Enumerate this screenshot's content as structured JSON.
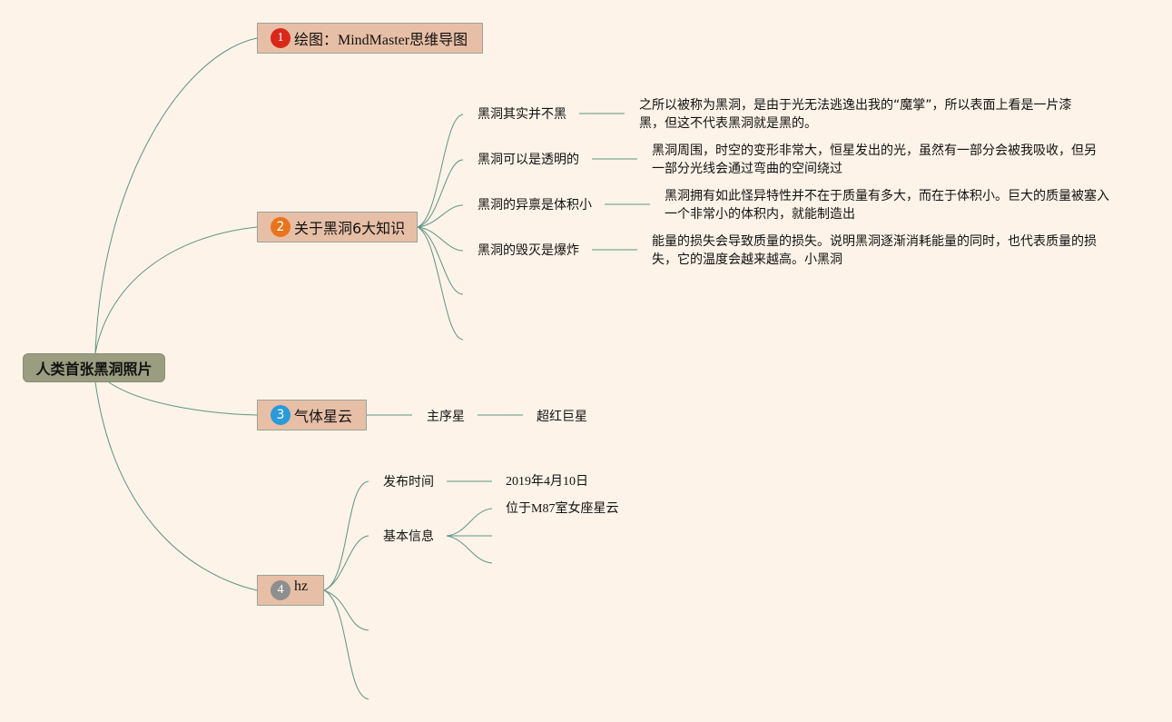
{
  "root": {
    "label": "人类首张黑洞照片"
  },
  "topics": [
    {
      "id": "t1",
      "badge": "1",
      "badge_color": "#d9281a",
      "label": "绘图：MindMaster思维导图"
    },
    {
      "id": "t2",
      "badge": "2",
      "badge_color": "#e8741e",
      "label": "关于黑洞6大知识",
      "children": [
        {
          "label": "黑洞其实并不黑",
          "note": "之所以被称为黑洞，是由于光无法逃逸出我的“魔掌”，所以表面上看是一片漆黑，但这不代表黑洞就是黑的。"
        },
        {
          "label": "黑洞可以是透明的",
          "note": "黑洞周围，时空的变形非常大，恒星发出的光，虽然有一部分会被我吸收，但另一部分光线会通过弯曲的空间绕过"
        },
        {
          "label": "黑洞的异禀是体积小",
          "note": "黑洞拥有如此怪异特性并不在于质量有多大，而在于体积小。巨大的质量被塞入一个非常小的体积内，就能制造出"
        },
        {
          "label": "黑洞的毁灭是爆炸",
          "note": "能量的损失会导致质量的损失。说明黑洞逐渐消耗能量的同时，也代表质量的损失，它的温度会越来越高。小黑洞"
        }
      ]
    },
    {
      "id": "t3",
      "badge": "3",
      "badge_color": "#2a9ad8",
      "label": "气体星云",
      "children": [
        {
          "label": "主序星"
        },
        {
          "label": "超红巨星"
        }
      ]
    },
    {
      "id": "t4",
      "badge": "4",
      "badge_color": "#8e8e8e",
      "label": "hz",
      "children": [
        {
          "label": "发布时间",
          "value": "2019年4月10日"
        },
        {
          "label": "基本信息",
          "value": "位于M87室女座星云"
        }
      ]
    }
  ],
  "colors": {
    "background": "#fdf3e8",
    "link": "#5e9486",
    "root_fill": "#9a9d80",
    "topic_fill": "#e7bfa6"
  }
}
